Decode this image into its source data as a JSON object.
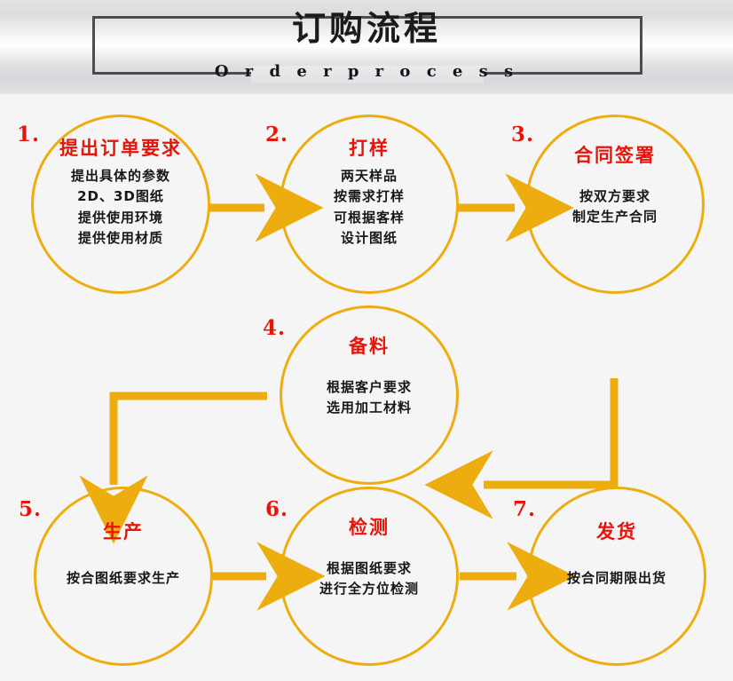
{
  "header": {
    "title_cn": "订购流程",
    "title_en": "O r d e r   p r o c e s s"
  },
  "colors": {
    "circle_stroke": "#eead0e",
    "arrow": "#eead0e",
    "step_title": "#e8140a",
    "step_body": "#171717",
    "header_border": "#4b4b50",
    "page_background": "#f5f5f5"
  },
  "steps": [
    {
      "number": "1.",
      "title": "提出订单要求",
      "lines": [
        "提出具体的参数",
        "2D、3D图纸",
        "提供使用环境",
        "提供使用材质"
      ]
    },
    {
      "number": "2.",
      "title": "打样",
      "lines": [
        "两天样品",
        "按需求打样",
        "可根据客样",
        "设计图纸"
      ]
    },
    {
      "number": "3.",
      "title": "合同签署",
      "lines": [
        "按双方要求",
        "制定生产合同"
      ]
    },
    {
      "number": "4.",
      "title": "备料",
      "lines": [
        "根据客户要求",
        "选用加工材料"
      ]
    },
    {
      "number": "5.",
      "title": "生产",
      "lines": [
        "按合图纸要求生产"
      ]
    },
    {
      "number": "6.",
      "title": "检测",
      "lines": [
        "根据图纸要求",
        "进行全方位检测"
      ]
    },
    {
      "number": "7.",
      "title": "发货",
      "lines": [
        "按合同期限出货"
      ]
    }
  ],
  "connectors": [
    {
      "name": "arrow-step1-to-step2",
      "kind": "arrow-right"
    },
    {
      "name": "arrow-step2-to-step3",
      "kind": "arrow-right"
    },
    {
      "name": "connector-step3-to-step4",
      "kind": "elbow-down-left-arrow"
    },
    {
      "name": "connector-step4-to-step5",
      "kind": "elbow-left-down-arrow"
    },
    {
      "name": "arrow-step5-to-step6",
      "kind": "arrow-right"
    },
    {
      "name": "arrow-step6-to-step7",
      "kind": "arrow-right"
    }
  ]
}
